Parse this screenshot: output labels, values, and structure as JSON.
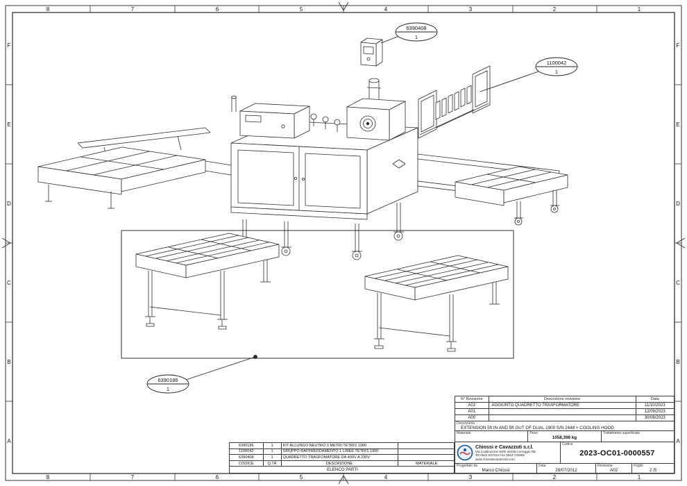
{
  "border": {
    "columns": [
      "8",
      "7",
      "6",
      "5",
      "4",
      "3",
      "2",
      "1"
    ],
    "rows": [
      "F",
      "E",
      "D",
      "C",
      "B",
      "A"
    ]
  },
  "balloons": [
    {
      "code": "6390408",
      "qty": "1"
    },
    {
      "code": "1100042",
      "qty": "1"
    },
    {
      "code": "6390186",
      "qty": "1"
    }
  ],
  "revision_table": {
    "col_rev": "N° Revisione",
    "col_desc": "Descrizione revisione",
    "col_date": "Data",
    "rows": [
      {
        "rev": "A02",
        "desc": "AGGIUNTO QUADRETTO TRASFORMATORE",
        "date": "11/10/2023"
      },
      {
        "rev": "A01",
        "desc": "",
        "date": "12/09/2023"
      },
      {
        "rev": "A00",
        "desc": "",
        "date": "30/08/2023"
      }
    ]
  },
  "description_block": {
    "label": "Descrizione",
    "value": "EXTENSION 5ft IN AND 5ft OUT OF DUAL 1900 S/N 2448 + COOLING HOOD"
  },
  "properties": {
    "material_label": "Materiale",
    "material": "",
    "weight_label": "Peso",
    "weight": "1058,398 kg",
    "surface_label": "Trattamento superficiale",
    "surface": ""
  },
  "company": {
    "name": "Chiossi e Cavazzuti s.r.l.",
    "address": "Via Costituzione 50/D 42015 Correggio RE",
    "phone": "Tel 0522 637224 Fax 0522 732856",
    "website": "www.chiossiecavazzuti.com"
  },
  "title_block": {
    "code_label": "Codice",
    "code": "2023-OC01-0000557",
    "designer_label": "Progettato da",
    "designer": "Marco Chiossi",
    "date_label": "Data",
    "date": "29/07/2012",
    "revision_label": "Revisione",
    "revision": "A02",
    "sheet_label": "Foglio",
    "sheet": "2 /5"
  },
  "parts_list": {
    "header": {
      "code": "CODICE",
      "qty": "Q.TÀ",
      "desc": "DESCRIZIONE",
      "material": "MATERIALE"
    },
    "rows": [
      {
        "code": "6390186",
        "qty": "1",
        "desc": "KIT ALLUNGO NEUTRO 3 METRI TETRIS 1900",
        "material": ""
      },
      {
        "code": "1100042",
        "qty": "1",
        "desc": "GRUPPO RAFFREDDAMENTO 1 LINEE TETRIS 1900",
        "material": ""
      },
      {
        "code": "6390408",
        "qty": "1",
        "desc": "QUADRETTO TRASFOMATORE DA 400V A 230V",
        "material": ""
      }
    ],
    "footer": "ELENCO PARTI"
  }
}
